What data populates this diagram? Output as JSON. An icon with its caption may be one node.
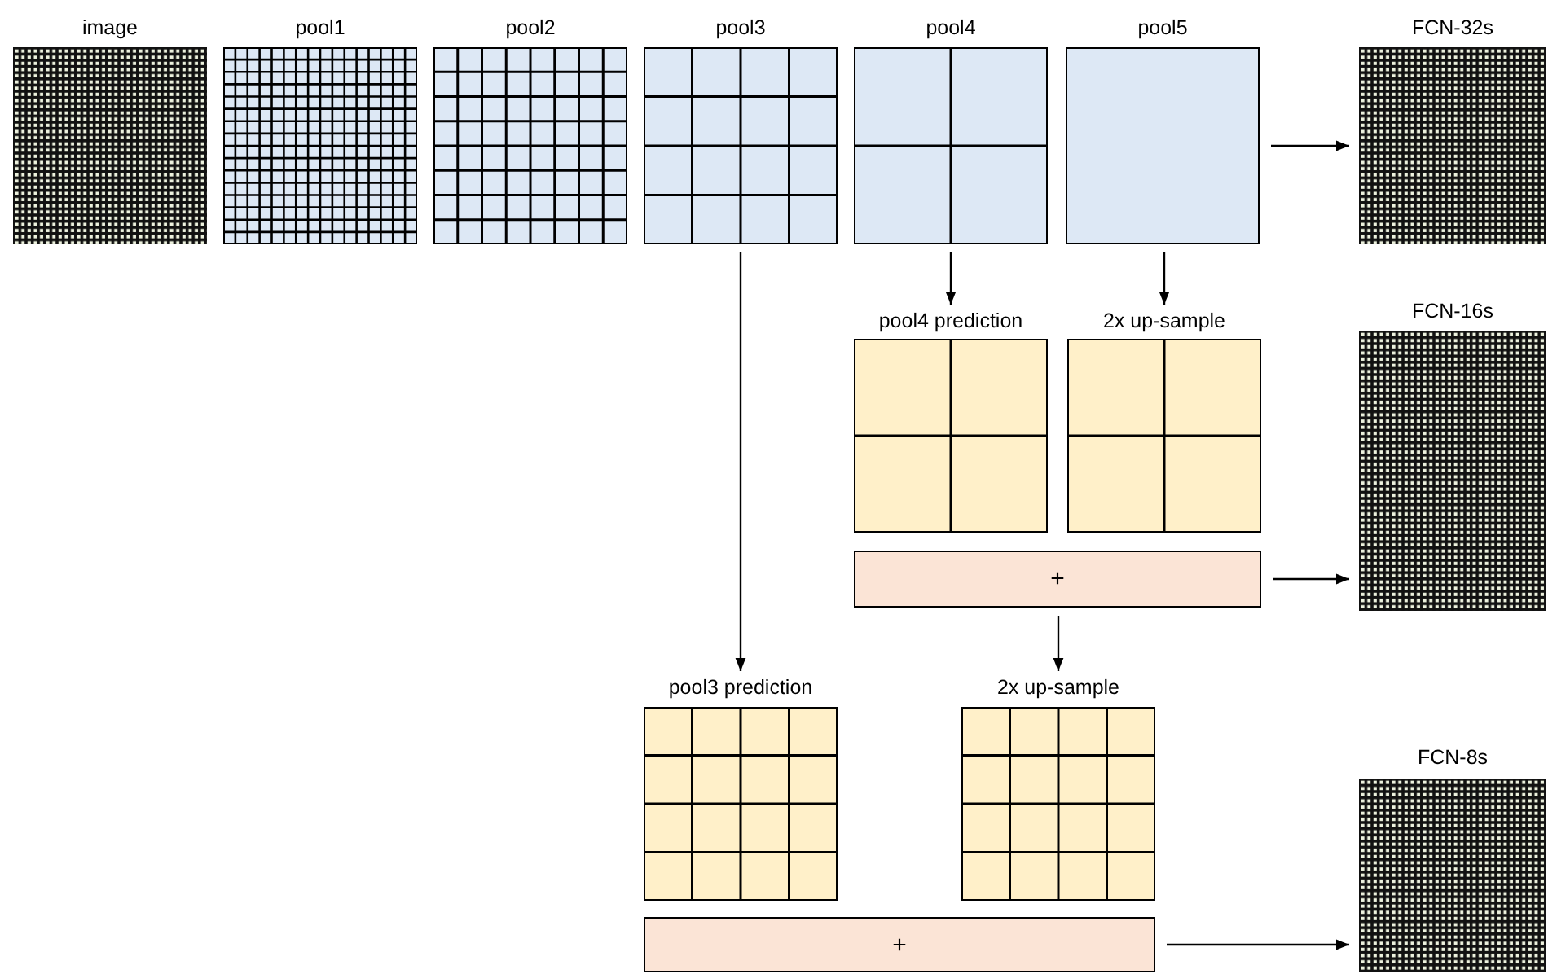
{
  "diagram": {
    "nodes": [
      {
        "text": [
          "image"
        ]
      },
      {
        "text": [
          "pool1"
        ]
      },
      {
        "text": [
          "pool2"
        ]
      },
      {
        "text": [
          "pool3"
        ]
      },
      {
        "text": [
          "pool4"
        ]
      },
      {
        "text": [
          "pool5"
        ]
      },
      {
        "text": [
          "FCN-32s"
        ]
      },
      {
        "text": [
          "pool4 prediction"
        ]
      },
      {
        "text": [
          "2x up-sample"
        ]
      },
      {
        "text": [
          "+"
        ]
      },
      {
        "text": [
          "FCN-16s"
        ]
      },
      {
        "text": [
          "pool3 prediction"
        ]
      },
      {
        "text": [
          "2x up-sample"
        ]
      },
      {
        "text": [
          "+"
        ]
      },
      {
        "text": [
          "FCN-8s"
        ]
      }
    ],
    "edges": [
      {
        "from": 5,
        "to": 6,
        "arrow": "to"
      },
      {
        "from": 4,
        "to": 7,
        "arrow": "to"
      },
      {
        "from": 5,
        "to": 8,
        "arrow": "to"
      },
      {
        "from": 9,
        "to": 10,
        "arrow": "to"
      },
      {
        "from": 3,
        "to": 11,
        "arrow": "to"
      },
      {
        "from": 9,
        "to": 12,
        "arrow": "to"
      },
      {
        "from": 13,
        "to": 14,
        "arrow": "to"
      }
    ]
  }
}
